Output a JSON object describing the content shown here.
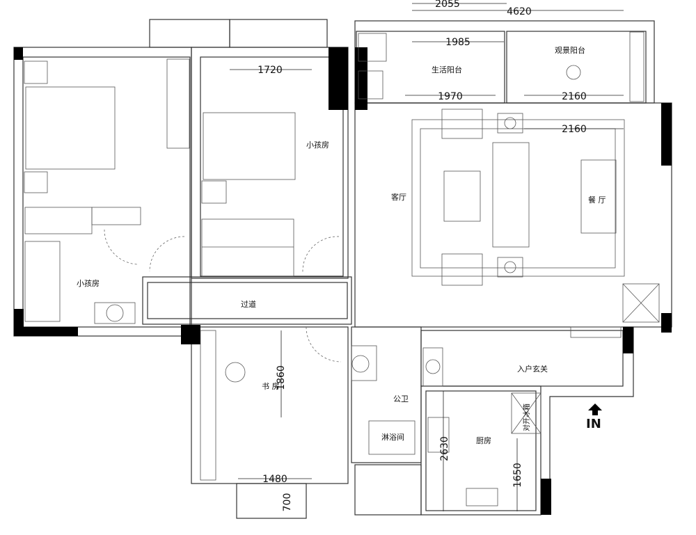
{
  "rooms": {
    "kids_room_1": "小孩房",
    "kids_room_2": "小孩房",
    "corridor": "过道",
    "study": "书 房",
    "bathroom": "公卫",
    "shower": "淋浴间",
    "kitchen": "厨房",
    "entrance": "入户玄关",
    "living_room": "客厅",
    "dining_room": "餐 厅",
    "utility_balcony": "生活阳台",
    "view_balcony": "观景阳台",
    "fridge": "对开冰箱"
  },
  "entry_marker": "IN",
  "dimensions": {
    "top_2055": "2055",
    "top_4620": "4620",
    "balcony_1985": "1985",
    "balcony_1970": "1970",
    "balcony_2160": "2160",
    "dining_2160": "2160",
    "kids_1720": "1720",
    "study_1860": "1860",
    "study_1480": "1480",
    "bay_700": "700",
    "kitchen_2630": "2630",
    "kitchen_1650": "1650"
  }
}
